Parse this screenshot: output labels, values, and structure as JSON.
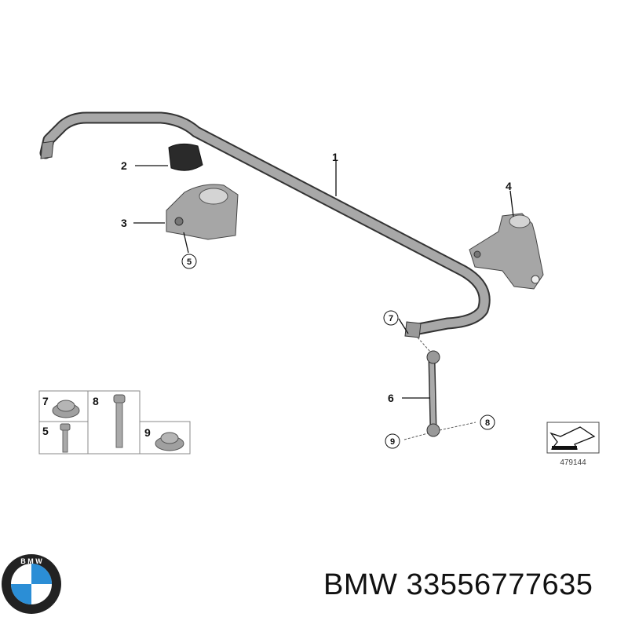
{
  "diagram": {
    "callouts": {
      "c1": "1",
      "c2": "2",
      "c3": "3",
      "c4": "4",
      "c5": "5",
      "c6": "6",
      "c7": "7",
      "c8": "8",
      "c9": "9"
    },
    "hardware_table": {
      "cells": [
        "7",
        "8",
        "5",
        "9"
      ]
    },
    "reference_number": "479144"
  },
  "brand_logo": {
    "text": "BMW"
  },
  "caption": {
    "brand": "BMW",
    "part_number": "33556777635"
  },
  "colors": {
    "part_grey": "#9a9a9a",
    "outline": "#444444",
    "logo_blue": "#2b8ed6"
  }
}
